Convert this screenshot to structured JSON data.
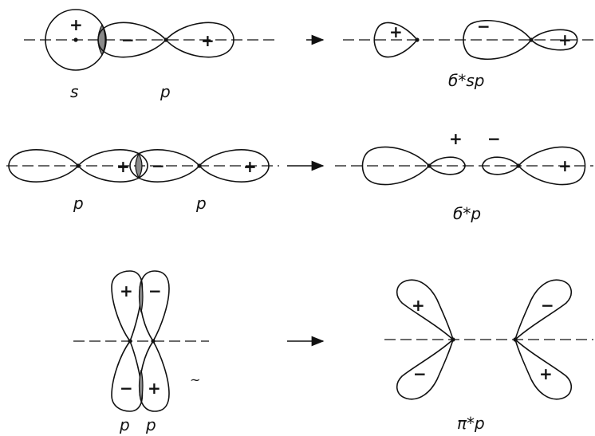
{
  "rows": [
    {
      "left_labels": [
        "s",
        "p"
      ],
      "right_label": "б*sp",
      "signs": {
        "s_lobe": "+",
        "p_neg": "−",
        "p_pos": "+",
        "r1": "+",
        "r2": "−",
        "r3": "+"
      }
    },
    {
      "left_labels": [
        "p",
        "p"
      ],
      "right_label": "б*p",
      "signs": {
        "p1_pos": "+",
        "p2_neg": "−",
        "p2_pos": "+",
        "r_plus": "+",
        "r_minus": "−",
        "r_right": "+"
      }
    },
    {
      "left_labels": [
        "p",
        "p"
      ],
      "right_label": "π*p",
      "signs": {
        "ul": "+",
        "ur": "−",
        "ll": "−",
        "lr": "+",
        "r_ul": "+",
        "r_ur": "−",
        "r_ll": "−",
        "r_lr": "+"
      }
    }
  ],
  "stray_mark": "~"
}
